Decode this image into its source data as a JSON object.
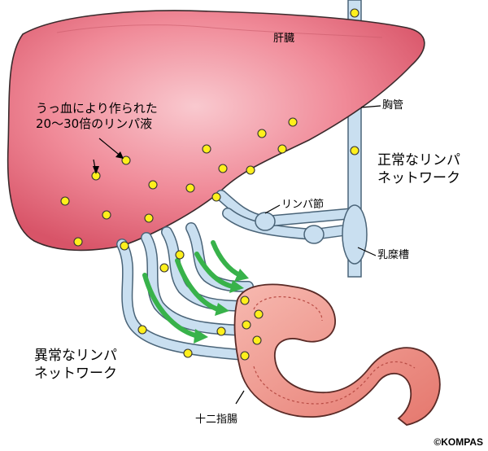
{
  "labels": {
    "liver": "肝臓",
    "thoracic_duct": "胸管",
    "lymph_node": "リンパ節",
    "cisterna_chyli": "乳糜槽",
    "duodenum": "十二指腸",
    "congested_lymph_line1": "うっ血により作られた",
    "congested_lymph_line2": "20～30倍のリンパ液",
    "normal_network_line1": "正常なリンパ",
    "normal_network_line2": "ネットワーク",
    "abnormal_network_line1": "異常なリンパ",
    "abnormal_network_line2": "ネットワーク",
    "copyright": "©KOMPAS"
  },
  "colors": {
    "liver_fill": "#ee7485",
    "liver_highlight": "#f6b7bf",
    "lymph_vessel": "#c9dff0",
    "lymph_outline": "#4a6478",
    "lymph_particle": "#ffef1c",
    "arrow_green": "#38b24a",
    "duodenum_fill": "#f2a39a",
    "duodenum_inner": "#e98378"
  }
}
